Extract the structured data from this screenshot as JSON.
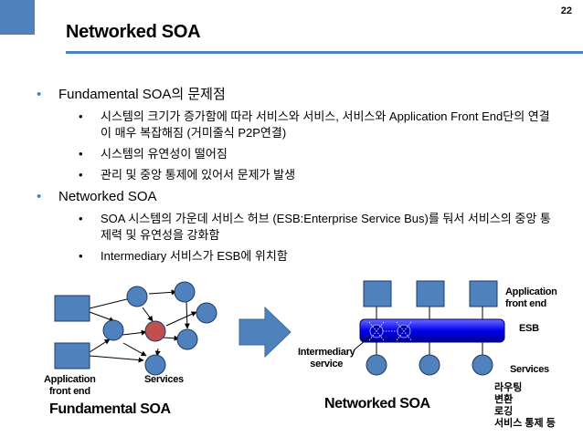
{
  "page_number": "22",
  "title": "Networked SOA",
  "bullets": [
    {
      "text": "Fundamental SOA의 문제점",
      "items": [
        "시스템의 크기가 증가함에 따라 서비스와 서비스, 서비스와 Application Front End단의 연결이 매우 복잡해짐 (거미줄식 P2P연결)",
        "시스템의 유연성이 떨어짐",
        "관리 및 중앙 통제에 있어서 문제가 발생"
      ]
    },
    {
      "text": "Networked SOA",
      "items": [
        "SOA 시스템의 가운데 서비스 허브 (ESB:Enterprise Service Bus)를 둬서 서비스의 중앙 통제력 및 유연성을 강화함",
        "Intermediary 서비스가 ESB에 위치함"
      ]
    }
  ],
  "left_diagram": {
    "application_label": "Application\nfront end",
    "services_label": "Services",
    "caption": "Fundamental SOA"
  },
  "right_diagram": {
    "application_label": "Application\nfront end",
    "esb_label": "ESB",
    "services_label": "Services",
    "intermediary_label": "Intermediary\nservice",
    "caption": "Networked SOA",
    "notes": [
      "라우팅",
      "변환",
      "로깅",
      "서비스 통제 등"
    ]
  },
  "colors": {
    "accent": "#4f81bd",
    "node_fill": "#4f81bd",
    "hub_node": "#c0504d",
    "bus": "#0000ff",
    "arrow": "#4f81bd"
  }
}
